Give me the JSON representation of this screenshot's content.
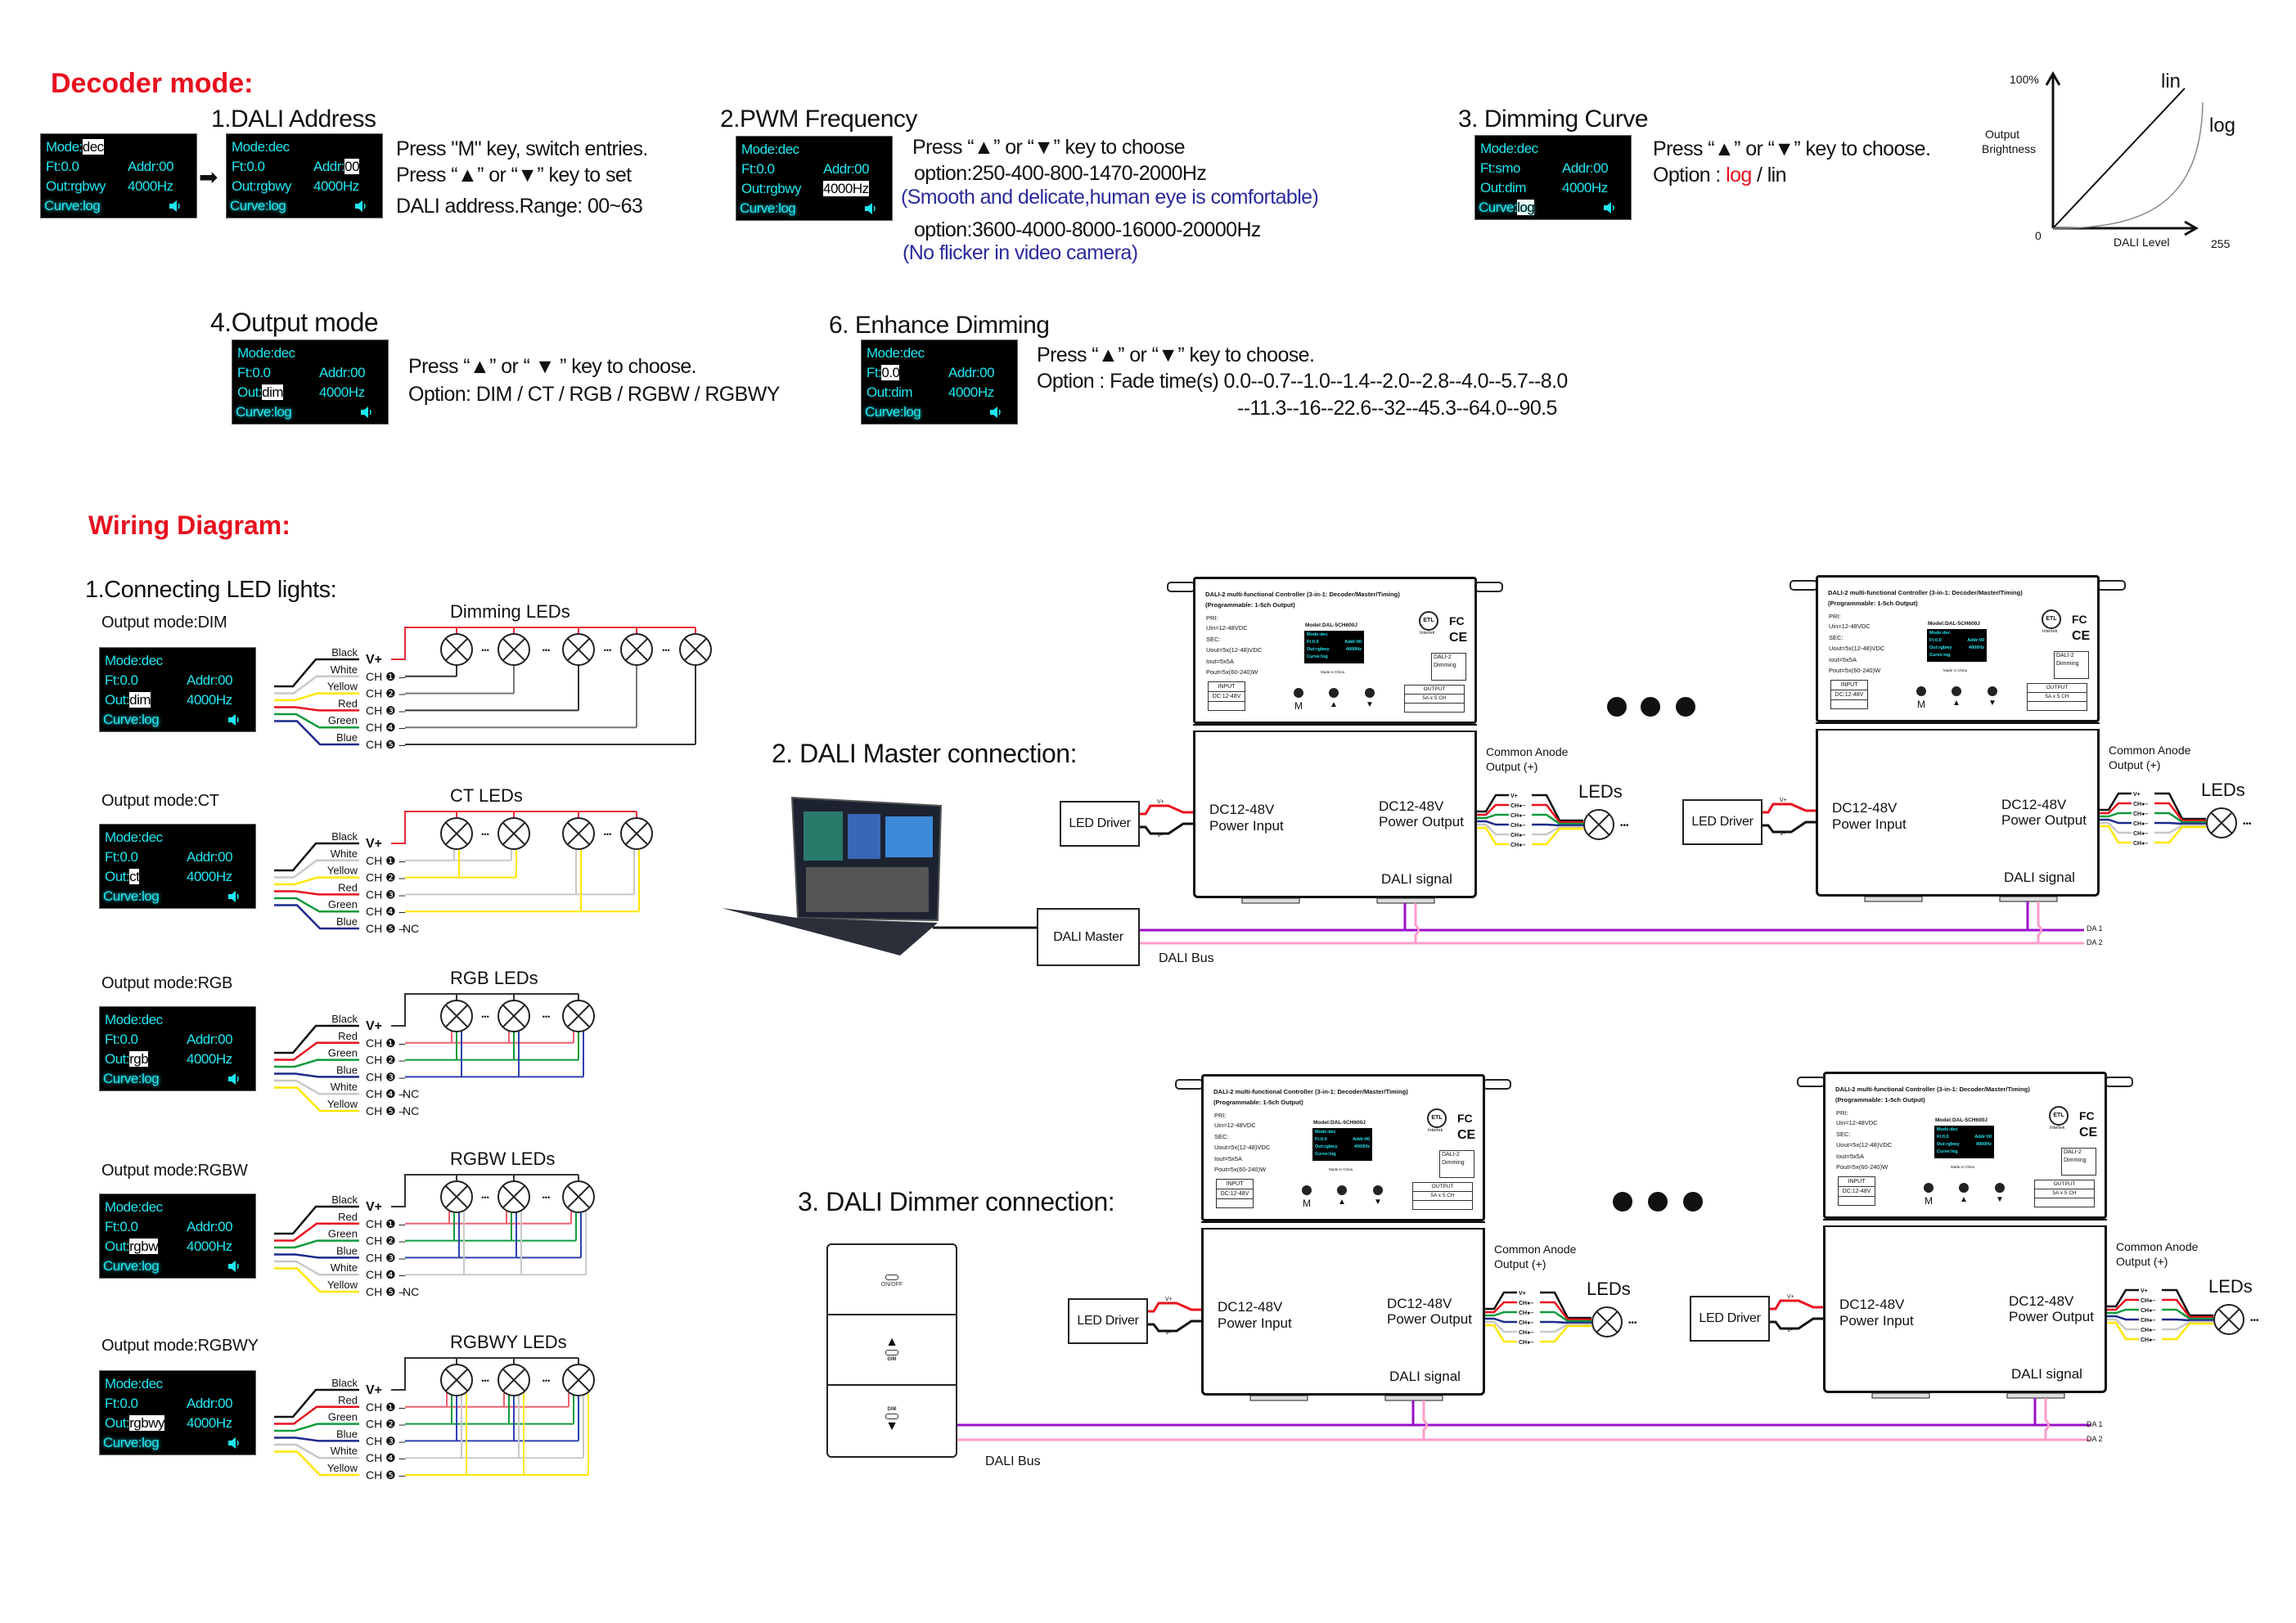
{
  "decoder_title": "Decoder mode:",
  "screen_labels": {
    "mode": "Mode:",
    "ft": "Ft:",
    "addr": "Addr:",
    "out": "Out:",
    "curve": "Curve:"
  },
  "dali_address": {
    "title": "1.DALI Address",
    "screen_before": {
      "mode": "dec",
      "ft": "0.0",
      "addr": "00",
      "out": "rgbwy",
      "freq": "4000Hz",
      "curve": "log",
      "highlight": "mode"
    },
    "screen_after": {
      "mode": "dec",
      "ft": "0.0",
      "addr": "00",
      "out": "rgbwy",
      "freq": "4000Hz",
      "curve": "log",
      "highlight": "addr"
    },
    "line1": "Press \"M\" key, switch entries.",
    "line2": "Press “▲” or “▼” key to set",
    "line3": "DALI address.Range: 00~63"
  },
  "pwm": {
    "title": "2.PWM Frequency",
    "screen": {
      "mode": "dec",
      "ft": "0.0",
      "addr": "00",
      "out": "rgbwy",
      "freq": "4000Hz",
      "curve": "log",
      "highlight": "freq"
    },
    "line1": "Press “▲” or “▼” key to choose",
    "option1": "option:250-400-800-1470-2000Hz",
    "note1": "(Smooth and delicate,human eye is comfortable)",
    "option2": "option:3600-4000-8000-16000-20000Hz",
    "note2": "(No flicker in video camera)"
  },
  "curve": {
    "title": "3. Dimming Curve",
    "screen": {
      "mode": "dec",
      "ft": "smo",
      "addr": "00",
      "out": "dim",
      "freq": "4000Hz",
      "curve": "log",
      "highlight": "curve"
    },
    "line1": "Press “▲” or “▼” key to choose.",
    "option_prefix": "Option : ",
    "option_log": "log",
    "option_rest": " / lin",
    "graph": {
      "y_max": "100%",
      "y_label_1": "Output",
      "y_label_2": "Brightness",
      "origin": "0",
      "x_label": "DALI Level",
      "x_max": "255",
      "lin": "lin",
      "log": "log"
    }
  },
  "output_mode": {
    "title": "4.Output mode",
    "screen": {
      "mode": "dec",
      "ft": "0.0",
      "addr": "00",
      "out": "dim",
      "freq": "4000Hz",
      "curve": "log",
      "highlight": "out"
    },
    "line1": "Press “▲” or “ ▼ ” key to choose.",
    "line2": "Option: DIM / CT / RGB / RGBW / RGBWY"
  },
  "enhance": {
    "title": "6. Enhance Dimming",
    "screen": {
      "mode": "dec",
      "ft": "0.0",
      "addr": "00",
      "out": "dim",
      "freq": "4000Hz",
      "curve": "log",
      "highlight": "ft"
    },
    "line1": "Press “▲” or “▼”  key to choose.",
    "line2": "Option : Fade time(s)  0.0--0.7--1.0--1.4--2.0--2.8--4.0--5.7--8.0",
    "line3": "--11.3--16--22.6--32--45.3--64.0--90.5"
  },
  "wiring": {
    "title": "Wiring Diagram:",
    "subtitle": "1.Connecting LED lights:",
    "terminals": [
      "V+",
      "CH ❶ –",
      "CH ❷ –",
      "CH ❸ –",
      "CH ❹ –",
      "CH ❺ –"
    ],
    "nc": "NC",
    "ellipsis": "•••",
    "rows": [
      {
        "mode_label": "Output mode:DIM",
        "leds_title": "Dimming LEDs",
        "wires": [
          "Black",
          "White",
          "Yellow",
          "Red",
          "Green",
          "Blue"
        ],
        "nc_channels": [],
        "screen": {
          "mode": "dec",
          "ft": "0.0",
          "addr": "00",
          "out": "dim",
          "freq": "4000Hz",
          "curve": "log",
          "highlight": "out"
        }
      },
      {
        "mode_label": "Output mode:CT",
        "leds_title": "CT LEDs",
        "wires": [
          "Black",
          "White",
          "Yellow",
          "Red",
          "Green",
          "Blue"
        ],
        "nc_channels": [
          5
        ],
        "screen": {
          "mode": "dec",
          "ft": "0.0",
          "addr": "00",
          "out": "ct",
          "freq": "4000Hz",
          "curve": "log",
          "highlight": "out"
        }
      },
      {
        "mode_label": "Output mode:RGB",
        "leds_title": "RGB LEDs",
        "wires": [
          "Black",
          "Red",
          "Green",
          "Blue",
          "White",
          "Yellow"
        ],
        "nc_channels": [
          4,
          5
        ],
        "screen": {
          "mode": "dec",
          "ft": "0.0",
          "addr": "00",
          "out": "rgb",
          "freq": "4000Hz",
          "curve": "log",
          "highlight": "out"
        }
      },
      {
        "mode_label": "Output mode:RGBW",
        "leds_title": "RGBW LEDs",
        "wires": [
          "Black",
          "Red",
          "Green",
          "Blue",
          "White",
          "Yellow"
        ],
        "nc_channels": [
          5
        ],
        "screen": {
          "mode": "dec",
          "ft": "0.0",
          "addr": "00",
          "out": "rgbw",
          "freq": "4000Hz",
          "curve": "log",
          "highlight": "out"
        }
      },
      {
        "mode_label": "Output mode:RGBWY",
        "leds_title": "RGBWY LEDs",
        "wires": [
          "Black",
          "Red",
          "Green",
          "Blue",
          "White",
          "Yellow"
        ],
        "nc_channels": [],
        "screen": {
          "mode": "dec",
          "ft": "0.0",
          "addr": "00",
          "out": "rgbwy",
          "freq": "4000Hz",
          "curve": "log",
          "highlight": "out"
        }
      }
    ]
  },
  "colors": {
    "Black": "#111111",
    "White": "#c8c8c8",
    "Yellow": "#ffe600",
    "Red": "#e8101e",
    "Green": "#109a3c",
    "Blue": "#1c2a8c",
    "accent_red": "#e8101e",
    "oled_cyan": "#1ee8f2",
    "dali_da1": "#9a10c8",
    "dali_da2": "#ff9ccc",
    "note_blue": "#2b2b9c"
  },
  "controller": {
    "title": "DALI-2 multi-functional Controller (3-in-1: Decoder/Master/Timing)",
    "subtitle": "(Programmable: 1-5ch Output)",
    "specs": [
      "PRI:",
      "Uin=12-48VDC",
      "SEC:",
      "Uout=5x(12-48)VDC",
      "Iout=5x5A",
      "Pout=5x(60-240)W"
    ],
    "model": "Model:DAL-5CH600J",
    "mini_screen": [
      "Mode:dec",
      "Ft:0.0",
      "Addr:00",
      "Out:rgbwy",
      "4000Hz",
      "Curve:log"
    ],
    "made_in": "Made in China",
    "buttons": [
      "M",
      "▲",
      "▼"
    ],
    "input_1": "INPUT",
    "input_2": "DC:12-48V",
    "output_1": "OUTPUT",
    "output_2": "5A x 5 CH",
    "dali2_1": "DALI-2",
    "dali2_2": "Dimming",
    "etl": "ETL",
    "intertek": "Intertek",
    "fc": "FC",
    "ce": "CE",
    "power_in_1": "DC12-48V",
    "power_in_2": "Power Input",
    "power_out_1": "DC12-48V",
    "power_out_2": "Power Output",
    "dali_signal": "DALI signal"
  },
  "system": {
    "led_driver": "LED Driver",
    "vplus": "V+",
    "vminus": "V-",
    "out_terminals": [
      "V+",
      "CH●–",
      "CH●–",
      "CH●–",
      "CH●–",
      "CH●–"
    ],
    "common_anode_1": "Common Anode",
    "common_anode_2": "Output (+)",
    "leds": "LEDs",
    "more": "•••"
  },
  "master": {
    "title": "2. DALI Master connection:",
    "dali_master": "DALI Master",
    "dali_bus": "DALI Bus",
    "da1": "DA 1",
    "da2": "DA 2"
  },
  "dimmer": {
    "title": "3. DALI Dimmer connection:",
    "on_off": "ON/OFF",
    "dim": "DIM",
    "up": "▲",
    "down": "▼",
    "dali_bus": "DALI Bus",
    "da1": "DA 1",
    "da2": "DA 2"
  }
}
